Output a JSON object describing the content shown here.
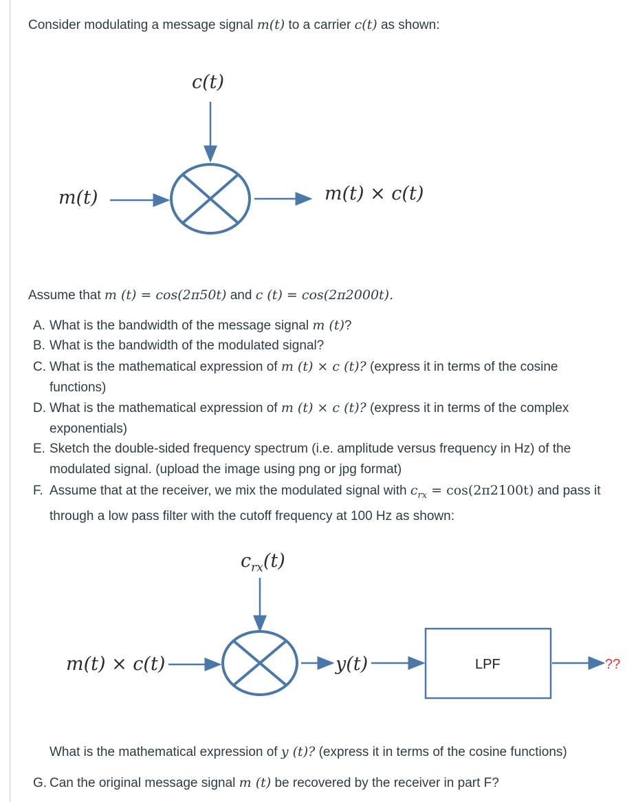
{
  "intro": {
    "before": "Consider modulating a message signal",
    "m": "m(t)",
    "mid": "to a carrier",
    "c": "c(t)",
    "after": "as shown:"
  },
  "diagram1": {
    "carrier_label": "c(t)",
    "input_label": "m(t)",
    "output_label": "m(t) × c(t)"
  },
  "assume": {
    "before": "Assume that",
    "m_eq": "m (t) = cos(2π50t)",
    "and": "and",
    "c_eq": "c (t) = cos(2π2000t).",
    "after": ""
  },
  "questions": {
    "a": {
      "letter": "A.",
      "text1": "What is the bandwidth of the message signal",
      "math": "m (t)",
      "text2": "?"
    },
    "b": {
      "letter": "B.",
      "text1": "What is the bandwidth of the modulated signal?"
    },
    "c": {
      "letter": "C.",
      "text1": "What is the mathematical expression of",
      "math": "m (t) × c (t)?",
      "text2": "(express it in terms of the cosine",
      "line2": "functions)"
    },
    "d": {
      "letter": "D.",
      "text1": "What is the mathematical expression of",
      "math": "m (t) × c (t)?",
      "text2": "(express it in terms of the complex",
      "line2": "exponentials)"
    },
    "e": {
      "letter": "E.",
      "text1": "Sketch the double-sided frequency spectrum (i.e. amplitude versus frequency in Hz) of the",
      "line2": "modulated signal. (upload the image using png or jpg format)"
    },
    "f": {
      "letter": "F.",
      "text1": "Assume that at the receiver, we mix the modulated signal with",
      "math": "c",
      "sub": "rx",
      "math2": " = cos(2π2100t)",
      "text2": "and pass it",
      "line2": "through a low pass filter with the cutoff frequency at 100 Hz as shown:"
    }
  },
  "diagram2": {
    "carrier_label": "c",
    "carrier_sub": "rx",
    "carrier_tail": "(t)",
    "input_label": "m(t) × c(t)",
    "mid_label": "y(t)",
    "filter_label": "LPF",
    "output_label": "??"
  },
  "followup": {
    "text1": "What is the mathematical expression of",
    "math": "y (t)?",
    "text2": "(express it in terms of the cosine functions)"
  },
  "g": {
    "letter": "G.",
    "text1": "Can the original message signal",
    "math": "m (t)",
    "text2": "be recovered by the receiver in part F?"
  },
  "colors": {
    "diagram_blue": "#4a78a8",
    "text": "#2d3b45",
    "accent_red": "#e3342f"
  }
}
